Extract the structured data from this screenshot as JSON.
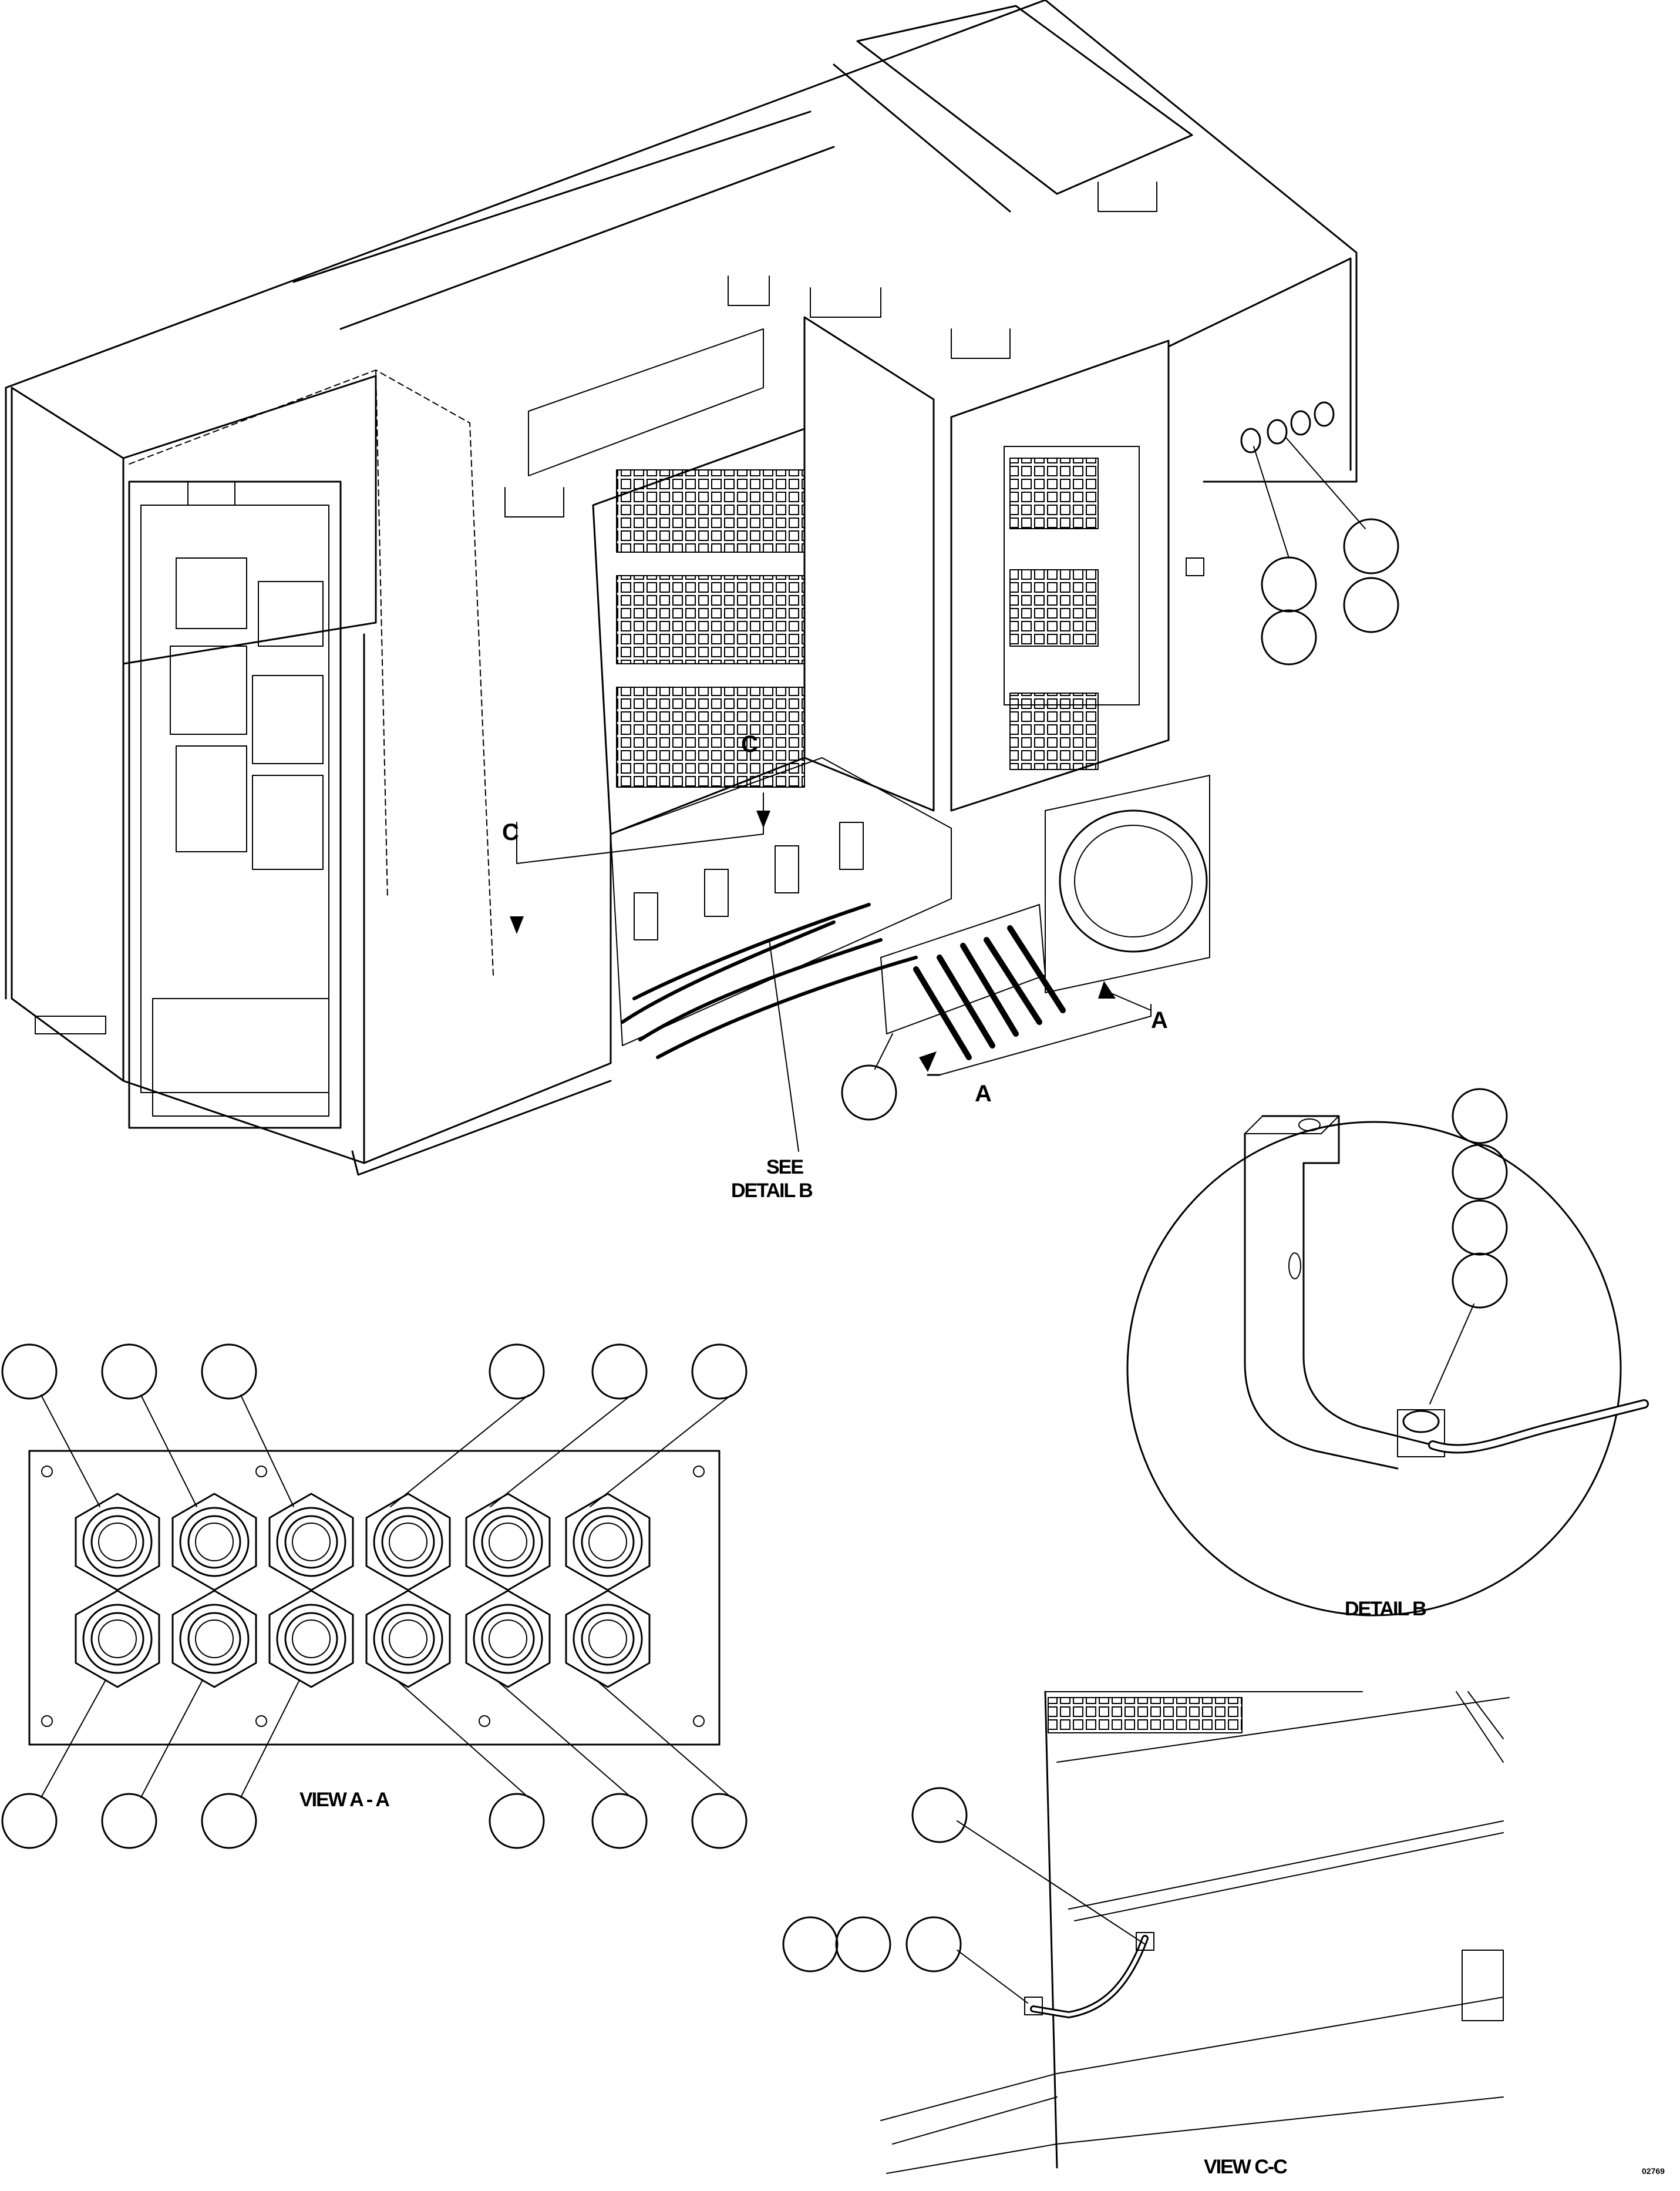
{
  "labels": {
    "section_c_left": "C",
    "section_c_right": "C",
    "section_a_upper": "A",
    "section_a_lower": "A",
    "see_line1": "SEE",
    "see_line2": "DETAIL B",
    "detail_b_caption": "DETAIL B",
    "view_aa_caption": "VIEW A - A",
    "view_cc_caption": "VIEW C-C",
    "figure_code": "02769"
  },
  "callouts": {
    "main_view_count": 5,
    "detail_b_count": 4,
    "view_aa_count": 12,
    "view_cc_count": 4
  },
  "colors": {
    "line": "#000000",
    "background": "#ffffff"
  }
}
